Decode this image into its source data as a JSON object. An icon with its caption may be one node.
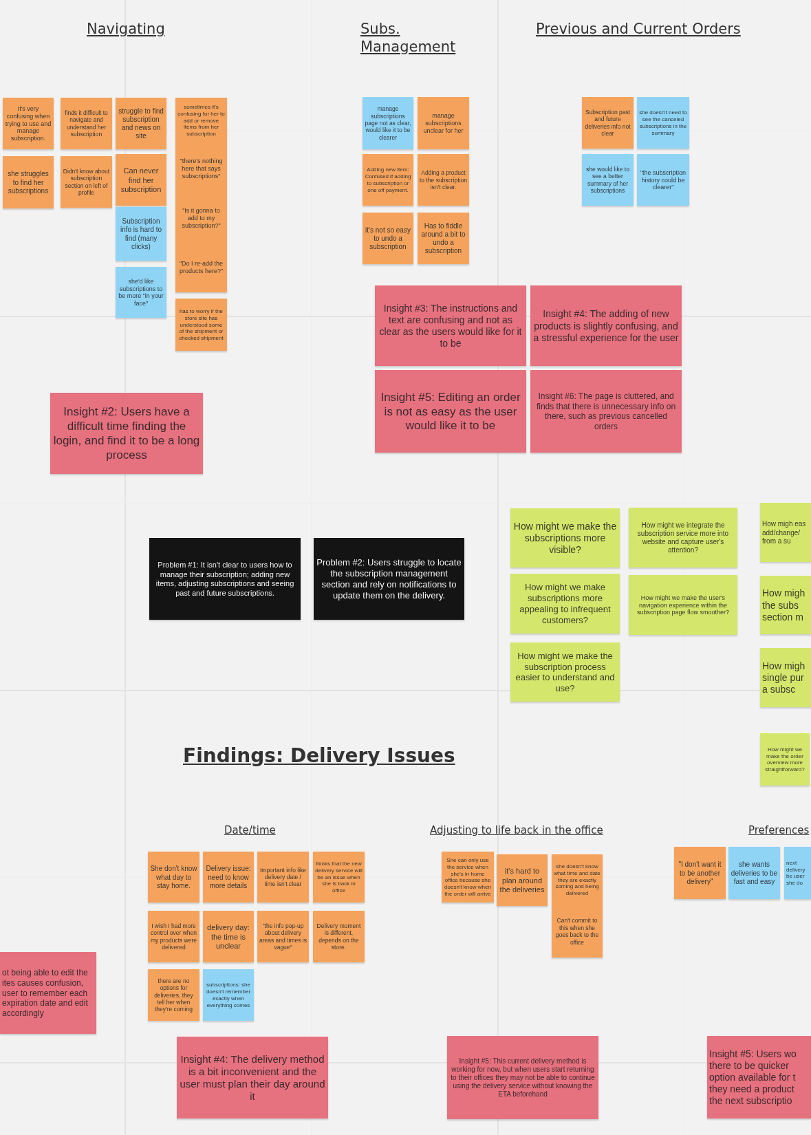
{
  "diagram": {
    "nodes": [
      {
        "text": [
          "It's very confusing when trying to use and manage subscription."
        ]
      },
      {
        "text": [
          "she struggles to find her subscriptions"
        ]
      },
      {
        "text": [
          "finds it difficult to navigate and understand her subscription"
        ]
      },
      {
        "text": [
          "Didn't know about subscription section on left of profile"
        ]
      },
      {
        "text": [
          "struggle to find subscription and news on site"
        ]
      },
      {
        "text": [
          "Can never find her subscription"
        ]
      },
      {
        "text": [
          "Subscription info is hard to find (many clicks)"
        ]
      },
      {
        "text": [
          "she'd like subscriptions to be more \"in your face\""
        ]
      },
      {
        "text": [
          "sometimes it's confusing for her to add or remove items from her subscription"
        ]
      },
      {
        "text": [
          "\"there's nothing here that says subscriptions\""
        ]
      },
      {
        "text": [
          "\"Is it gonna to add to my subscription?\""
        ]
      },
      {
        "text": [
          "\"Do I re-add the products here?\""
        ]
      },
      {
        "text": [
          "has to worry if the store site has understood some of the shipment or checked shipment"
        ]
      },
      {
        "text": [
          "manage subscriptions page not as clear, would like it to be clearer"
        ]
      },
      {
        "text": [
          "manage subscriptions unclear for her"
        ]
      },
      {
        "text": [
          "Adding new item: Confused if adding to subscription or one off payment."
        ]
      },
      {
        "text": [
          "Adding a product to the subscription isn't clear."
        ]
      },
      {
        "text": [
          "it's not so easy to undo a subscription"
        ]
      },
      {
        "text": [
          "Has to fiddle around a bit to undo a subscription"
        ]
      },
      {
        "text": [
          "Subscription past and future deliveries info not clear"
        ]
      },
      {
        "text": [
          "she doesn't need to see the canceled subscriptions in the summary"
        ]
      },
      {
        "text": [
          "she would like to see a better summary of her subscriptions"
        ]
      },
      {
        "text": [
          "\"the subscription history could be clearer\""
        ]
      },
      {
        "text": [
          "Insight #2: Users have a difficult time finding the login, and find it to be a long process"
        ]
      },
      {
        "text": [
          "Insight #3: The instructions and text are confusing and not as clear as the users would like for it to be"
        ]
      },
      {
        "text": [
          "Insight #4: The adding of new products is slightly confusing, and a stressful experience for the user"
        ]
      },
      {
        "text": [
          "Insight #5: Editing an order is not as easy as the user would like it to be"
        ]
      },
      {
        "text": [
          "Insight #6: The page is cluttered, and finds that there is unnecessary info on there, such as previous cancelled orders"
        ]
      },
      {
        "text": [
          "Problem #1: It isn't clear to users how to manage their subscription; adding new items, adjusting subscriptions and seeing past and future subscriptions."
        ]
      },
      {
        "text": [
          "Problem #2: Users struggle to locate the subscription management section and rely on notifications to update them on the delivery."
        ]
      },
      {
        "text": [
          "How might we make the subscriptions more visible?"
        ]
      },
      {
        "text": [
          "How might we integrate the subscription service more into website and capture user's attention?"
        ]
      },
      {
        "text": [
          "How migh eas add/change/ from a su"
        ]
      },
      {
        "text": [
          "How might we make subscriptions more appealing to infrequent customers?"
        ]
      },
      {
        "text": [
          "How might we make the user's navigation experience within the subscription page flow smoother?"
        ]
      },
      {
        "text": [
          "How migh the subs section m"
        ]
      },
      {
        "text": [
          "How might we make the subscription process easier to understand and use?"
        ]
      },
      {
        "text": [
          "How migh single pur a subsc"
        ]
      },
      {
        "text": [
          "How might we make the order overview more straightforward?"
        ]
      },
      {
        "text": [
          "ot being able to edit the ites causes confusion, user to remember each expiration date and edit accordingly"
        ]
      },
      {
        "text": [
          "She don't know what day to stay home."
        ]
      },
      {
        "text": [
          "Delivery issue: need to know more details"
        ]
      },
      {
        "text": [
          "Important info like delivery date / time isn't clear"
        ]
      },
      {
        "text": [
          "thinks that the new delivery service will be an issue when she is back in office"
        ]
      },
      {
        "text": [
          "I wish I had more control over when my products were delivered"
        ]
      },
      {
        "text": [
          "delivery day: the time is unclear"
        ]
      },
      {
        "text": [
          "\"the info pop-up about delivery areas and times is vague\""
        ]
      },
      {
        "text": [
          "Delivery moment is different, depends on the store."
        ]
      },
      {
        "text": [
          "there are no options for deliveries, they tell her when they're coming"
        ]
      },
      {
        "text": [
          "subscriptions: she doesn't remember exactly when everything comes"
        ]
      },
      {
        "text": [
          "Insight #4: The delivery method is a bit inconvenient and the user must plan their day around it"
        ]
      },
      {
        "text": [
          "She can only use the service when she's in home office because she doesn't know when the order will arrive"
        ]
      },
      {
        "text": [
          "it's hard to plan around the deliveries"
        ]
      },
      {
        "text": [
          "she doesn't know what time and date they are exactly coming and being delivered"
        ]
      },
      {
        "text": [
          "Can't commit to this when she goes back to the office"
        ]
      },
      {
        "text": [
          "Insight #5: This current delivery method is working for now, but when users start returning to their offices they may not be able to continue using the delivery service without knowing the ETA beforehand"
        ]
      },
      {
        "text": [
          "\"I don't want it to be another delivery\""
        ]
      },
      {
        "text": [
          "she wants deliveries to be fast and easy"
        ]
      },
      {
        "text": [
          "next delivery be user she do"
        ]
      },
      {
        "text": [
          "Insight #5: Users wo there to be quicker option available for t they need a product the next subscriptio"
        ]
      }
    ],
    "labels": [
      "Navigating",
      "Subs. Management",
      "Previous and Current Orders",
      "Findings: Delivery Issues",
      "Date/time",
      "Adjusting to life back in the office",
      "Preferences"
    ]
  }
}
